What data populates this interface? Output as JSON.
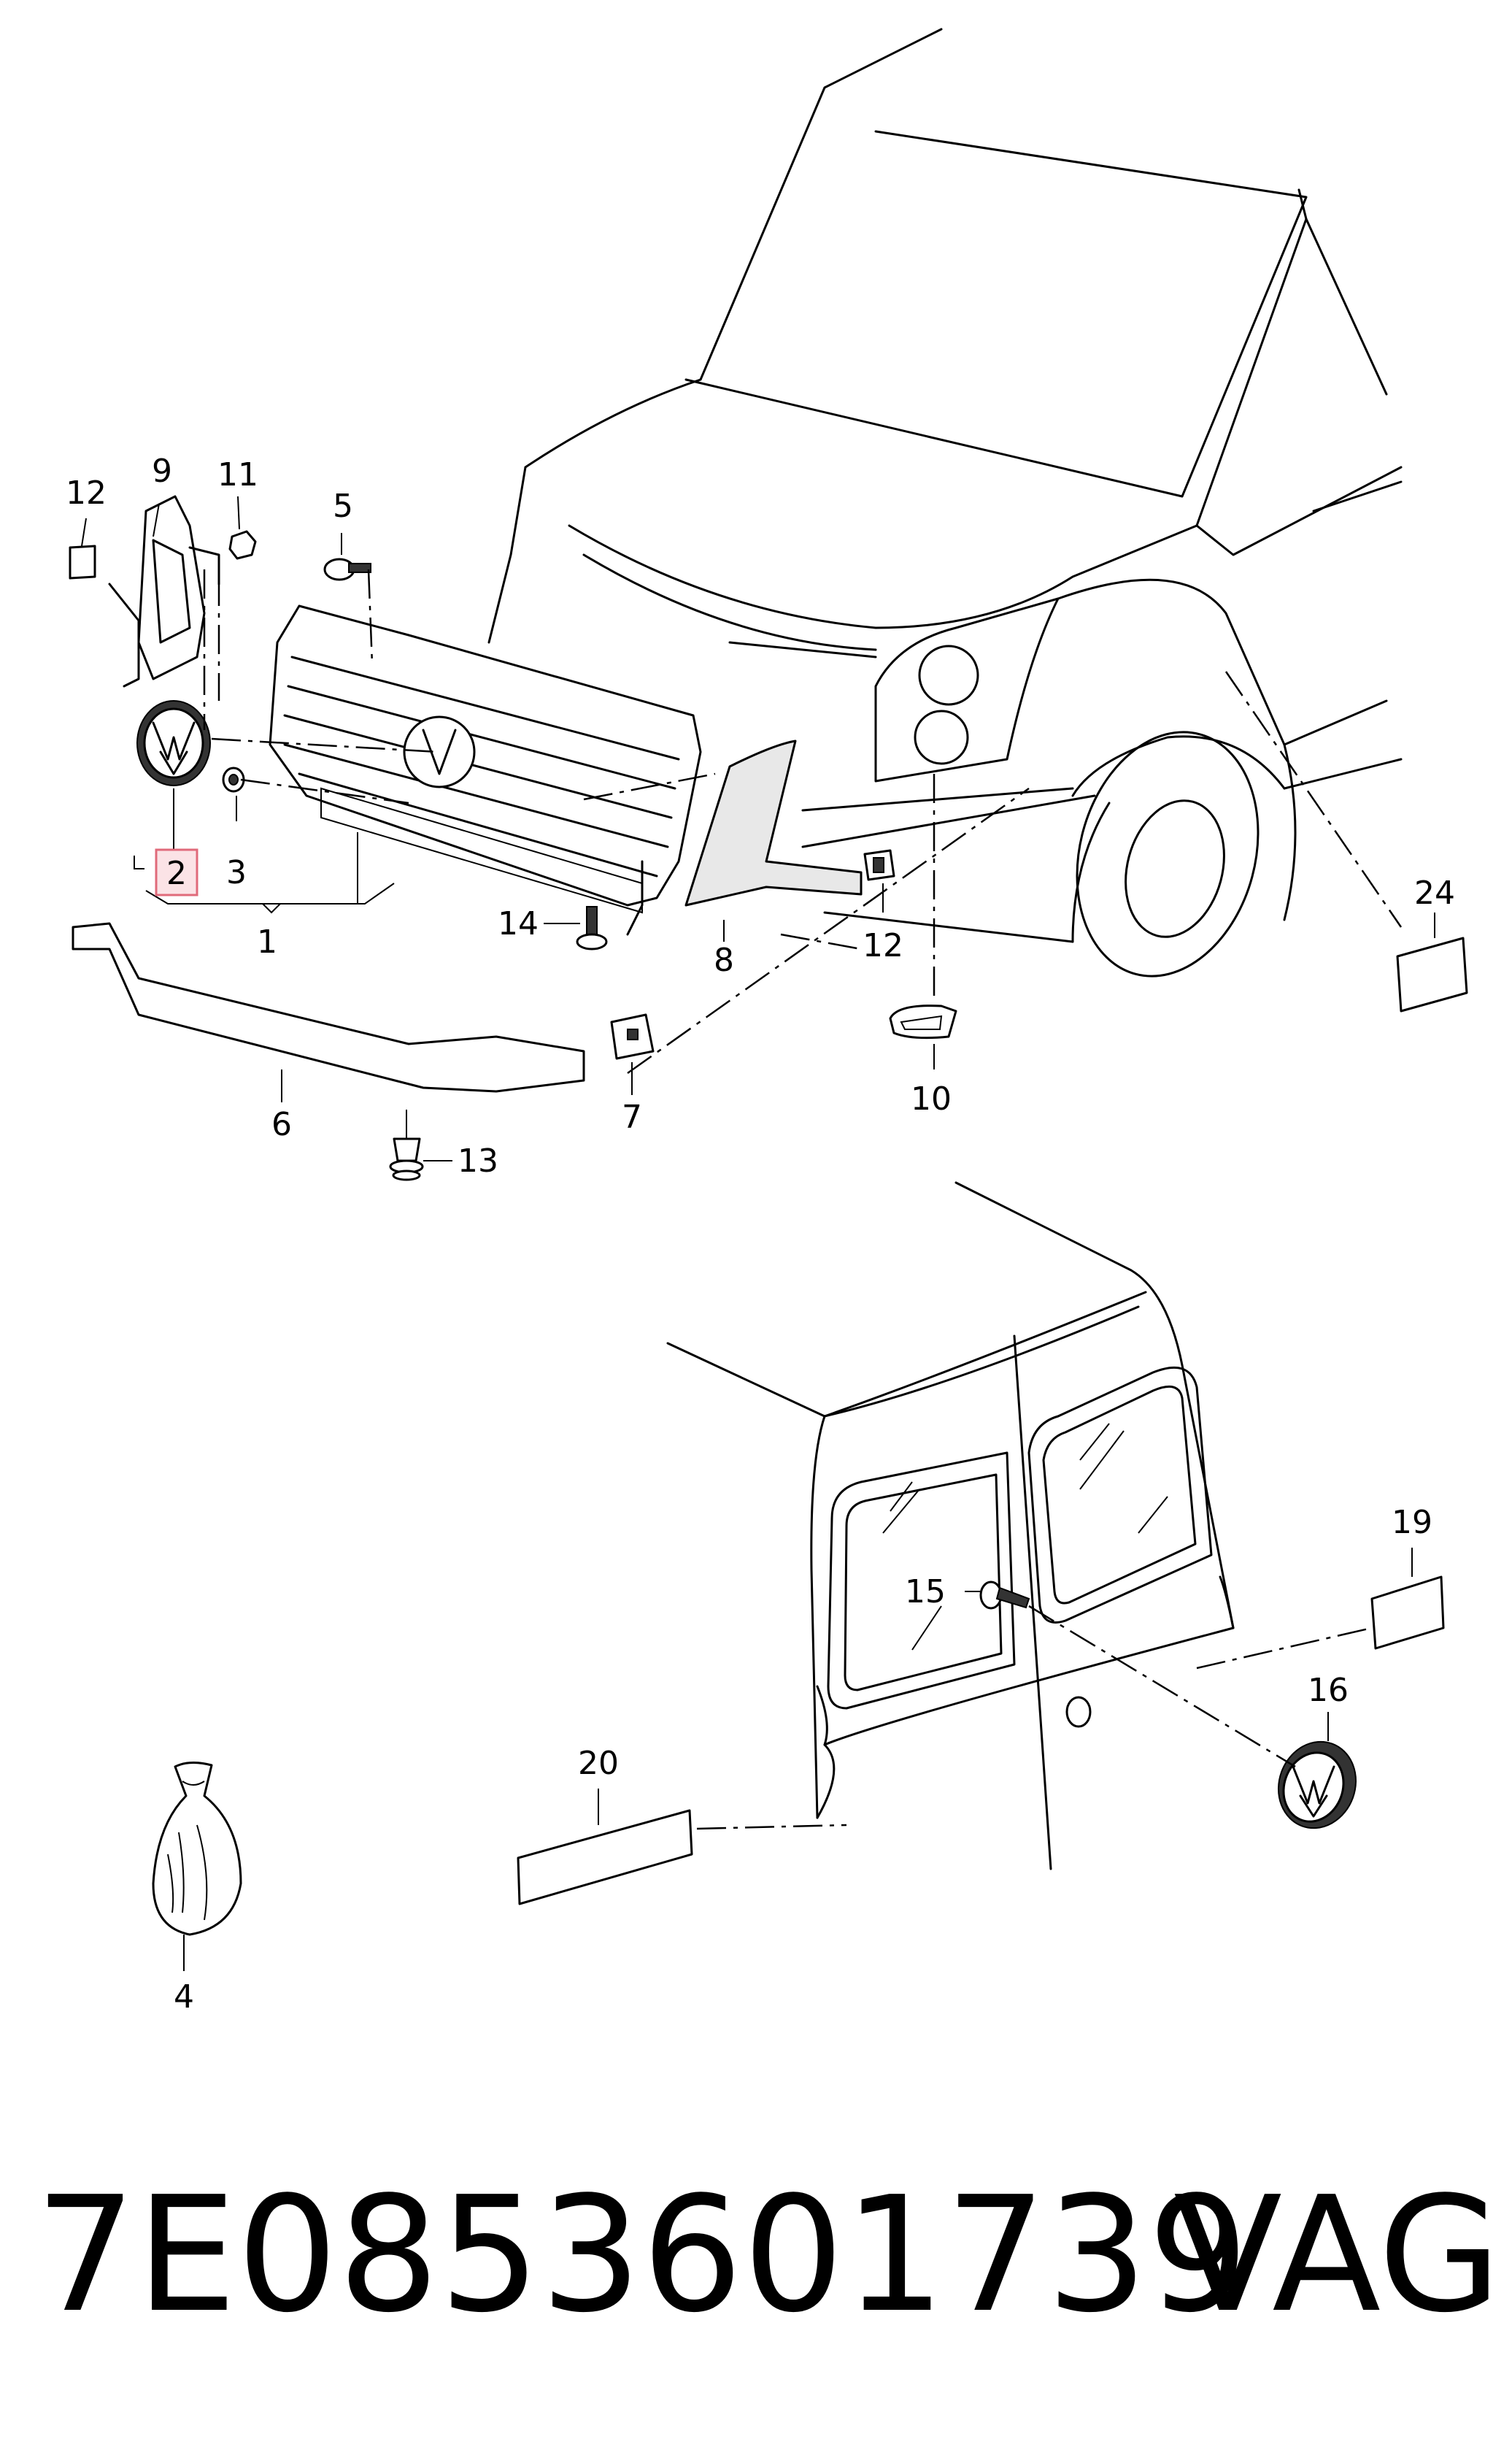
{
  "callouts": {
    "c1": "1",
    "c2": "2",
    "c3": "3",
    "c4": "4",
    "c5": "5",
    "c6": "6",
    "c7": "7",
    "c8": "8",
    "c9": "9",
    "c10": "10",
    "c11": "11",
    "c12a": "12",
    "c12b": "12",
    "c13": "13",
    "c14": "14",
    "c15": "15",
    "c16": "16",
    "c19": "19",
    "c20": "20",
    "c24": "24"
  },
  "highlighted_callout": "2",
  "highlight_color": "#fbe3e6",
  "footer": {
    "part_number": "7E0853601739",
    "brand": "VAG"
  }
}
